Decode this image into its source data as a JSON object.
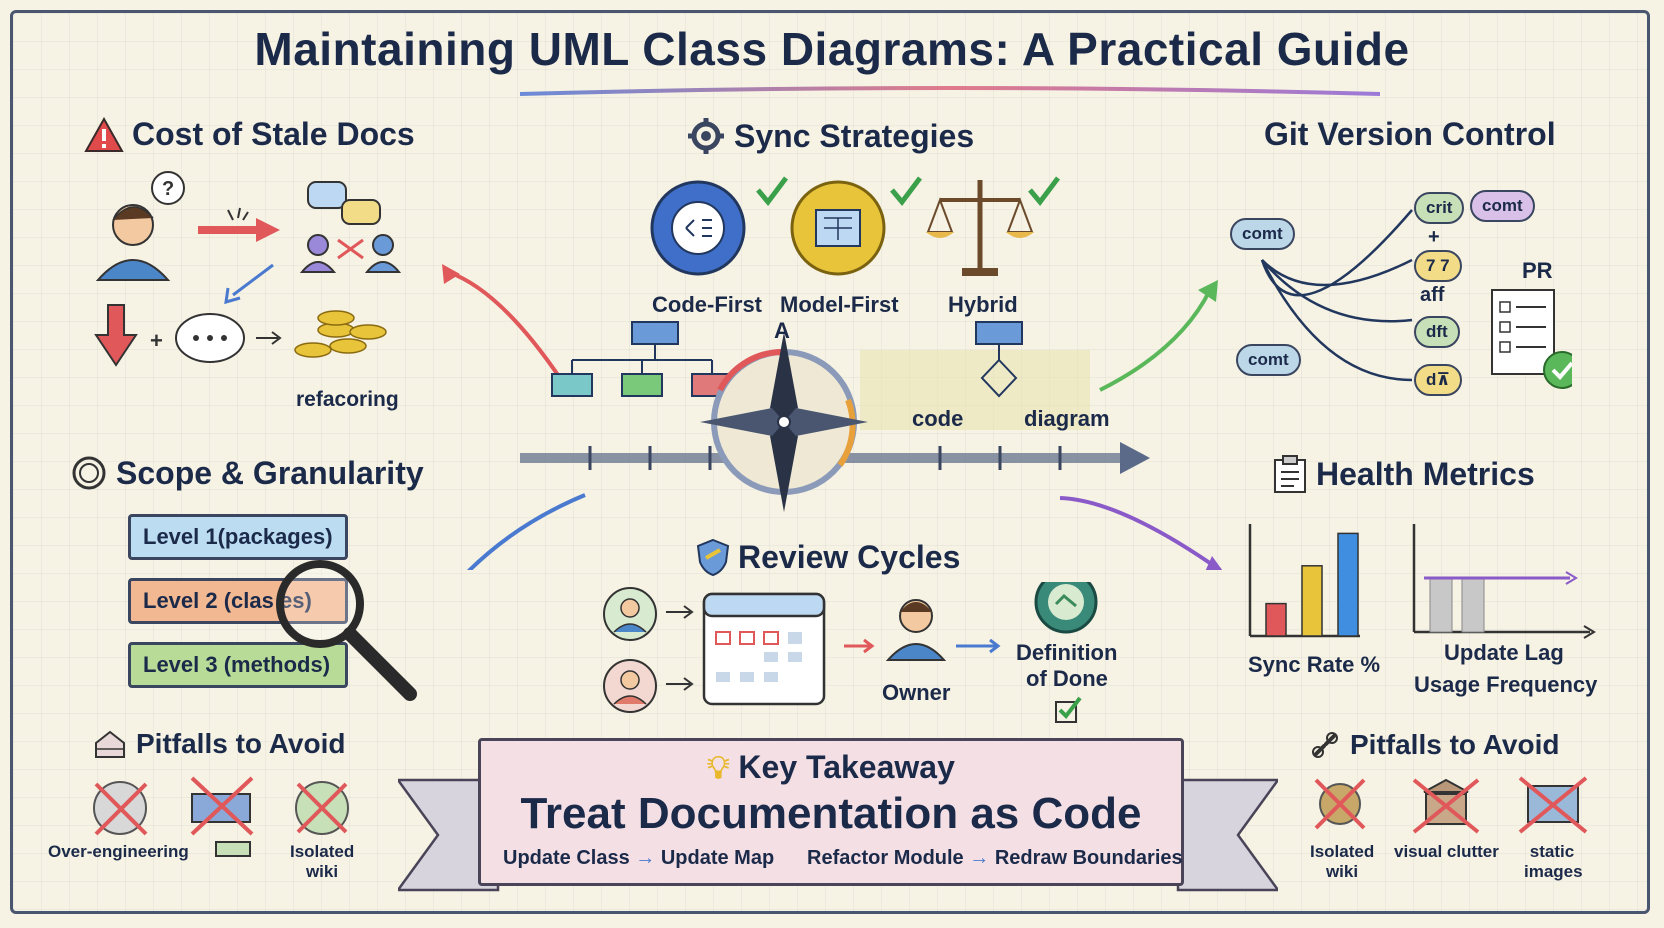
{
  "title": "Maintaining UML Class Diagrams: A Practical Guide",
  "sections": {
    "cost": {
      "title": "Cost of Stale Docs",
      "refactoring_label": "refacoring"
    },
    "sync": {
      "title": "Sync Strategies",
      "strategies": [
        "Code-First",
        "Model-First",
        "Hybrid"
      ]
    },
    "git": {
      "title": "Git Version Control",
      "bubbles": [
        "comt",
        "comt",
        "crit",
        "comt",
        "7 7",
        "dft",
        "d⊼"
      ],
      "plus": "+",
      "aff": "aff",
      "pr": "PR"
    },
    "center": {
      "compass_label": "A",
      "code_label": "code",
      "diagram_label": "diagram"
    },
    "scope": {
      "title": "Scope & Granularity",
      "levels": [
        "Level 1(packages)",
        "Level 2 (clas es)",
        "Level 3 (methods)"
      ]
    },
    "review": {
      "title": "Review Cycles",
      "owner": "Owner",
      "done_line1": "Definition",
      "done_line2": "of Done"
    },
    "health": {
      "title": "Health Metrics",
      "sync_rate": "Sync Rate %",
      "update_lag": "Update Lag",
      "usage_frequency": "Usage Frequency"
    },
    "pitfalls_left": {
      "title": "Pitfalls to Avoid",
      "items": [
        "Over-engineering",
        "Isolated wiki"
      ]
    },
    "pitfalls_right": {
      "title": "Pitfalls to Avoid",
      "items": [
        "Isolated wiki",
        "visual clutter",
        "static images"
      ]
    },
    "takeaway": {
      "title": "Key Takeaway",
      "main": "Treat Documentation as Code",
      "flow1_from": "Update Class",
      "flow1_to": "Update Map",
      "flow2_from": "Refactor Module",
      "flow2_to": "Redraw Boundaries"
    }
  },
  "chart_data": [
    {
      "type": "bar",
      "categories": [
        "",
        "",
        ""
      ],
      "values": [
        3,
        6.5,
        9.5
      ],
      "xlabel": "Sync Rate %",
      "colors": [
        "#e0585a",
        "#e8c43a",
        "#3f8ee0"
      ]
    }
  ]
}
